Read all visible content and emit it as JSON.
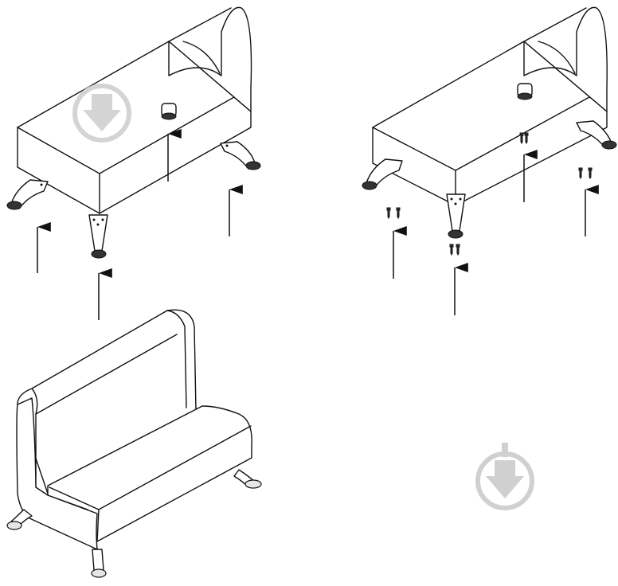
{
  "figure": {
    "panels": [
      "sofa-underside-before",
      "sofa-underside-after",
      "assembled-sofa"
    ],
    "watermark_icon": "download-shield-icon",
    "line_color": "#111111",
    "watermark_color": "#d0d0d0"
  }
}
